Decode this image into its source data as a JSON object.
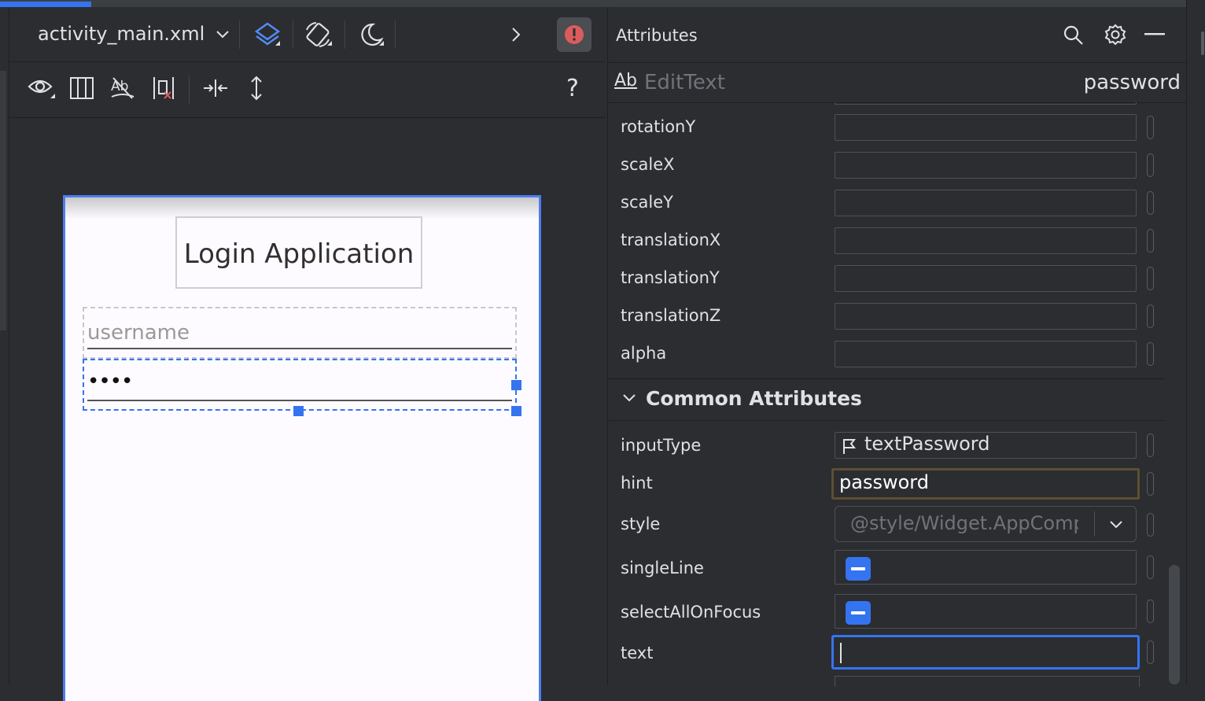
{
  "editor": {
    "file_name": "activity_main.xml",
    "help_label": "?"
  },
  "preview": {
    "app_title": "Login Application",
    "username_hint": "username",
    "password_value": "••••"
  },
  "attributes": {
    "panel_title": "Attributes",
    "component": {
      "type_icon": "Ab",
      "type_name": "EditText",
      "id": "password"
    },
    "transform_rows": [
      {
        "label": "rotationY",
        "value": ""
      },
      {
        "label": "scaleX",
        "value": ""
      },
      {
        "label": "scaleY",
        "value": ""
      },
      {
        "label": "translationX",
        "value": ""
      },
      {
        "label": "translationY",
        "value": ""
      },
      {
        "label": "translationZ",
        "value": ""
      },
      {
        "label": "alpha",
        "value": ""
      }
    ],
    "common_section": {
      "title": "Common Attributes",
      "rows": [
        {
          "label": "inputType",
          "value": "textPassword"
        },
        {
          "label": "hint",
          "value": "password"
        },
        {
          "label": "style",
          "value": "@style/Widget.AppCompat.EditText"
        },
        {
          "label": "singleLine",
          "value": ""
        },
        {
          "label": "selectAllOnFocus",
          "value": ""
        },
        {
          "label": "text",
          "value": ""
        }
      ]
    }
  },
  "colors": {
    "accent": "#3574f0",
    "background": "#2b2d30",
    "error": "#db5c5c",
    "hint_focus_border": "#5c4f32"
  }
}
